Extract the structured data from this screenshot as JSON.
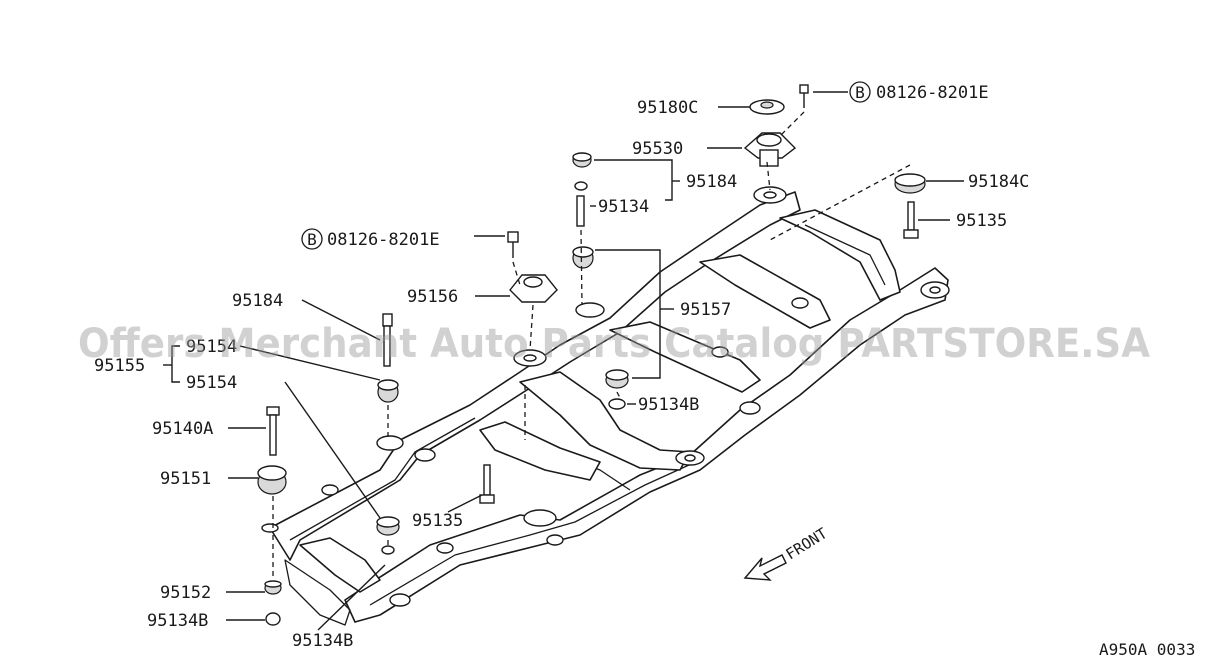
{
  "labels": {
    "p95180c": "95180C",
    "p95530": "95530",
    "p95184_top": "95184",
    "p95134_top": "95134",
    "p95184c": "95184C",
    "p95135_right": "95135",
    "bolt_code_top": "08126-8201E",
    "bolt_code_left": "08126-8201E",
    "bolt_marker": "B",
    "p95156": "95156",
    "p95157": "95157",
    "p95134b_mid": "95134B",
    "p95184_left": "95184",
    "p95155": "95155",
    "p95154_a": "95154",
    "p95154_b": "95154",
    "p95140a": "95140A",
    "p95151": "95151",
    "p95135_mid": "95135",
    "p95152": "95152",
    "p95134b_bot": "95134B",
    "p95134b_frame": "95134B",
    "front": "FRONT"
  },
  "watermark": "Offers Merchant Auto Parts Catalog PARTSTORE.SA",
  "diagram_code": "A950A 0033"
}
